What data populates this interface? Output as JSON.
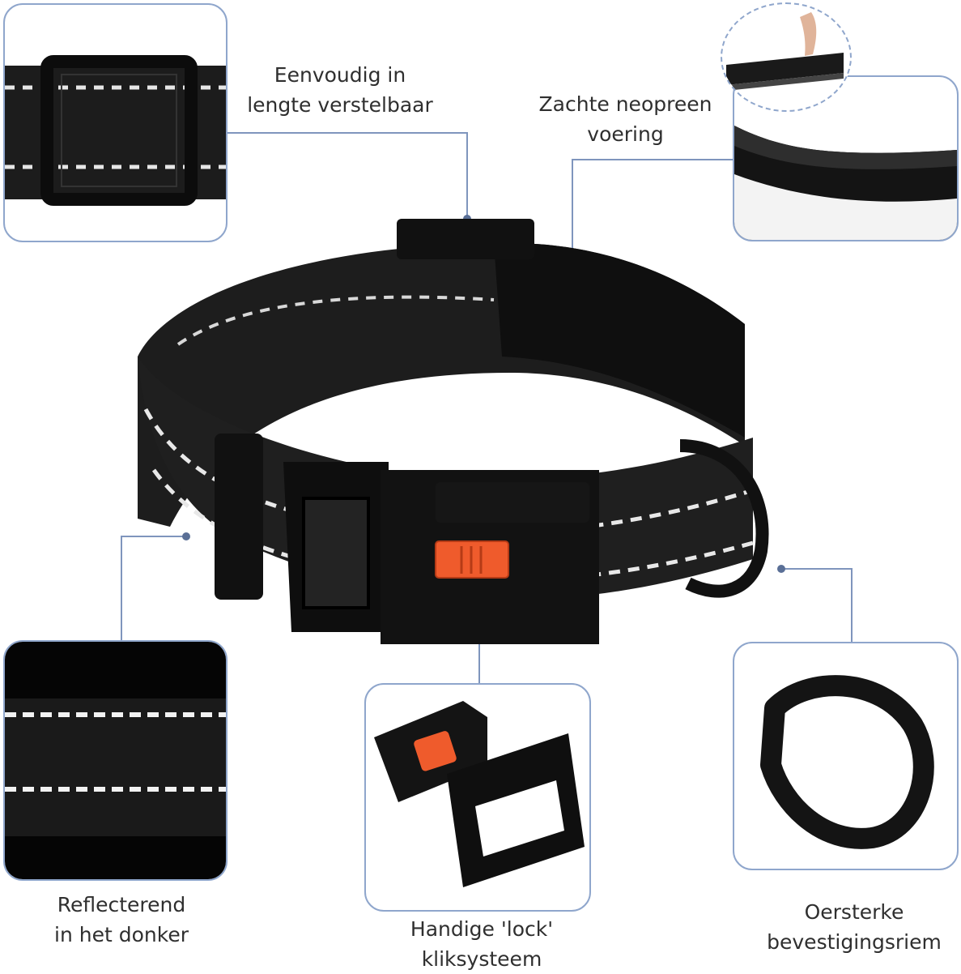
{
  "features": [
    {
      "id": "adjustable",
      "lines": [
        "Eenvoudig in",
        "lengte verstelbaar"
      ]
    },
    {
      "id": "neoprene",
      "lines": [
        "Zachte neopreen",
        "voering"
      ]
    },
    {
      "id": "reflective",
      "lines": [
        "Reflecterend",
        "in het donker"
      ]
    },
    {
      "id": "lock",
      "lines": [
        "Handige 'lock'",
        "kliksysteem"
      ]
    },
    {
      "id": "ring",
      "lines": [
        "Oersterke",
        "bevestigingsriem"
      ]
    }
  ],
  "colors": {
    "panel_border": "#8fa6cc",
    "connector": "#7f95bd",
    "strap": "#1b1b1b",
    "stitch": "#e8e8e8",
    "lock_button": "#f25a2e"
  },
  "icons": [
    "slider-buckle-icon",
    "neoprene-lining-icon",
    "reflective-strap-icon",
    "release-buckle-icon",
    "d-ring-icon",
    "dog-collar-icon"
  ]
}
